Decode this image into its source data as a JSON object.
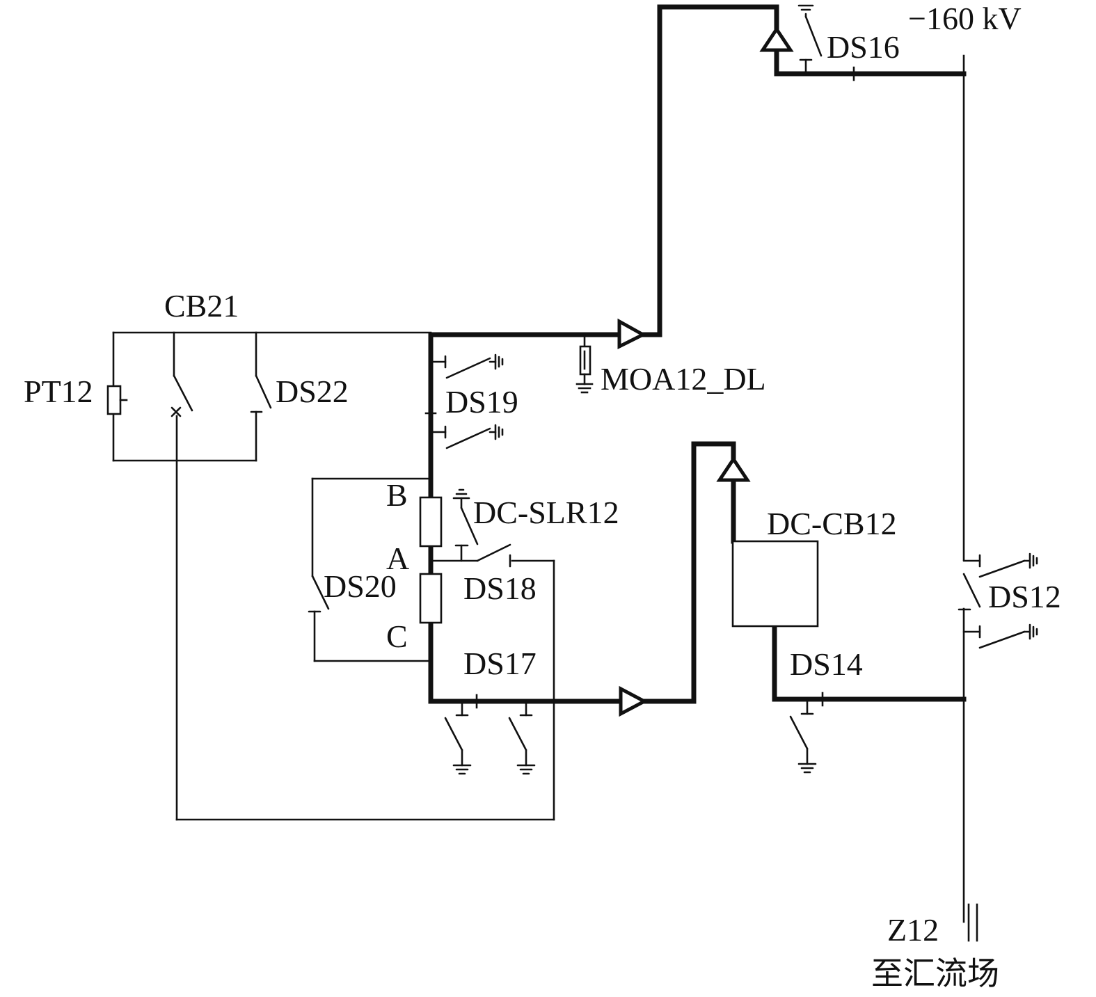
{
  "labels": {
    "voltage": "−160 kV",
    "ds16": "DS16",
    "cb21": "CB21",
    "pt12": "PT12",
    "ds22": "DS22",
    "moa12_dl": "MOA12_DL",
    "ds19": "DS19",
    "node_b": "B",
    "dc_slr12": "DC-SLR12",
    "node_a": "A",
    "ds18": "DS18",
    "ds20": "DS20",
    "node_c": "C",
    "ds17": "DS17",
    "dc_cb12": "DC-CB12",
    "ds14": "DS14",
    "ds12": "DS12",
    "z12": "Z12",
    "to_station": "至汇流场"
  }
}
